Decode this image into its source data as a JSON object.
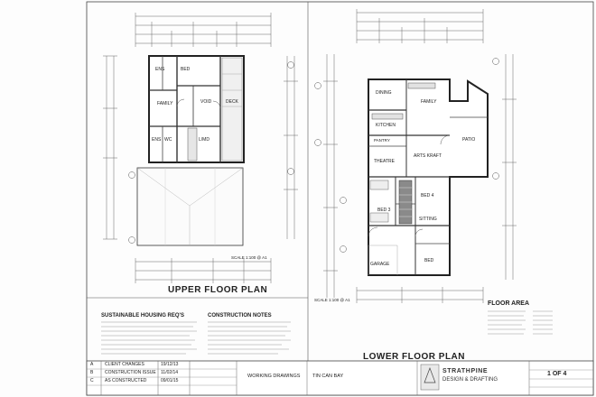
{
  "upper_plan": {
    "title": "UPPER FLOOR PLAN",
    "scale_label": "SCALE 1:100 @ A1",
    "rooms": {
      "ens": "ENS",
      "family": "FAMILY",
      "void": "VOID",
      "deck": "DECK",
      "bed": "BED",
      "lmd": "L/MD",
      "wc": "WC",
      "ens2": "ENS"
    }
  },
  "lower_plan": {
    "title": "LOWER FLOOR PLAN",
    "scale_label": "SCALE 1:100 @ A1",
    "rooms": {
      "dining": "DINING",
      "family": "FAMILY",
      "kitchen": "KITCHEN",
      "patio": "PATIO",
      "pantry": "PANTRY",
      "theatre": "THEATRE",
      "arts_kraft": "ARTS KRAFT",
      "bed4": "BED 4",
      "bed3": "BED 3",
      "sitting": "SITTING",
      "garage": "GARAGE",
      "bed": "BED"
    }
  },
  "notes": {
    "sustainable_heading": "SUSTAINABLE HOUSING REQ'S",
    "construction_heading": "CONSTRUCTION NOTES"
  },
  "floor_area": {
    "heading": "FLOOR AREA"
  },
  "title_block": {
    "rev_rows": [
      {
        "code": "A",
        "desc": "CLIENT CHANGES",
        "date": "19/12/13"
      },
      {
        "code": "B",
        "desc": "CONSTRUCTION ISSUE",
        "date": "11/02/14"
      },
      {
        "code": "C",
        "desc": "AS CONSTRUCTED",
        "date": "09/01/15"
      }
    ],
    "drawing_label": "WORKING DRAWINGS",
    "site": "TIN CAN BAY",
    "company_line1": "STRATHPINE",
    "company_line2": "DESIGN & DRAFTING",
    "sheet": "1 OF 4"
  }
}
